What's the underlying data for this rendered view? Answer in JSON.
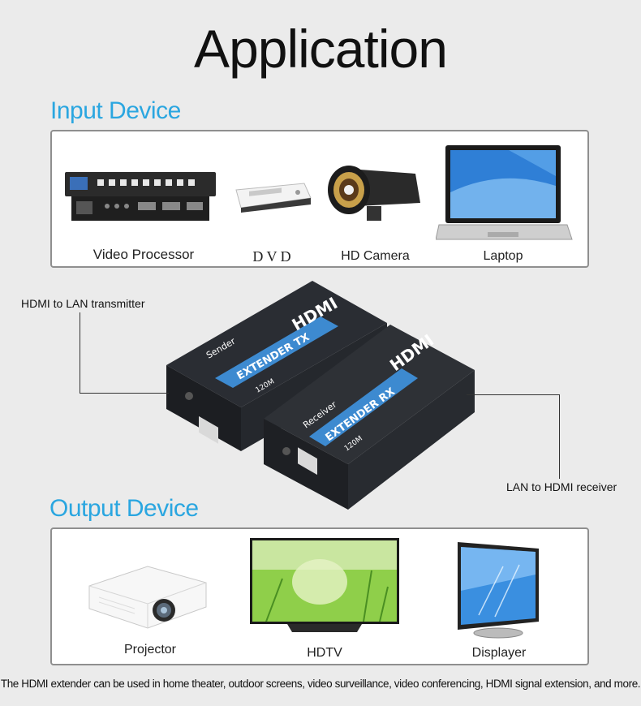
{
  "title": "Application",
  "input_section": {
    "heading": "Input Device",
    "devices": [
      {
        "label": "Video Processor",
        "icon": "video-processor-icon"
      },
      {
        "label": "D V D",
        "icon": "dvd-player-icon"
      },
      {
        "label": "HD Camera",
        "icon": "hd-camera-icon"
      },
      {
        "label": "Laptop",
        "icon": "laptop-icon"
      }
    ]
  },
  "extender": {
    "transmitter_label": "HDMI to LAN transmitter",
    "receiver_label": "LAN to HDMI receiver",
    "tx_brand": "HDMI",
    "tx_product": "EXTENDER TX",
    "tx_role": "Sender",
    "rx_brand": "HDMI",
    "rx_product": "EXTENDER RX",
    "rx_role": "Receiver",
    "range": "120M"
  },
  "output_section": {
    "heading": "Output Device",
    "devices": [
      {
        "label": "Projector",
        "icon": "projector-icon"
      },
      {
        "label": "HDTV",
        "icon": "hdtv-icon"
      },
      {
        "label": "Displayer",
        "icon": "monitor-icon"
      }
    ]
  },
  "caption": "The HDMI extender can be used in home theater, outdoor screens, video surveillance, video conferencing, HDMI signal extension, and more.",
  "colors": {
    "accent": "#2aa6e0",
    "panel_border": "#8f8f8f",
    "background": "#ebebeb"
  }
}
